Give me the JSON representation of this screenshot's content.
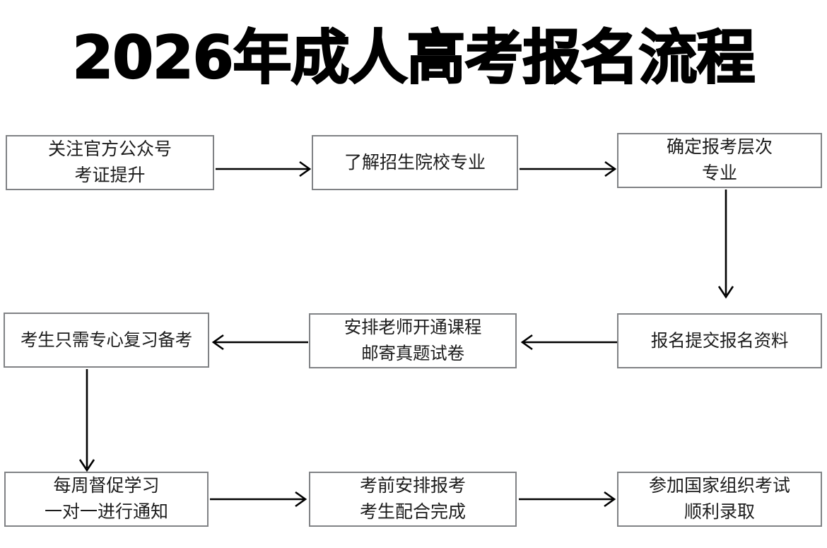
{
  "page": {
    "title": "2026年成人高考报名流程",
    "background_color": "#ffffff",
    "box_border_color": "#808285",
    "text_color": "#1c1c1c",
    "arrow_color": "#000000"
  },
  "nodes": [
    {
      "id": "n1",
      "lines": [
        "关注官方公众号",
        "考证提升"
      ]
    },
    {
      "id": "n2",
      "lines": [
        "了解招生院校专业"
      ]
    },
    {
      "id": "n3",
      "lines": [
        "确定报考层次",
        "专业"
      ]
    },
    {
      "id": "n4",
      "lines": [
        "报名提交报名资料"
      ]
    },
    {
      "id": "n5",
      "lines": [
        "安排老师开通课程",
        "邮寄真题试卷"
      ]
    },
    {
      "id": "n6",
      "lines": [
        "考生只需专心复习备考"
      ]
    },
    {
      "id": "n7",
      "lines": [
        "每周督促学习",
        "一对一进行通知"
      ]
    },
    {
      "id": "n8",
      "lines": [
        "考前安排报考",
        "考生配合完成"
      ]
    },
    {
      "id": "n9",
      "lines": [
        "参加国家组织考试",
        "顺利录取"
      ]
    }
  ],
  "connectors": [
    {
      "id": "c1",
      "from": "n1",
      "to": "n2",
      "direction": "right"
    },
    {
      "id": "c2",
      "from": "n2",
      "to": "n3",
      "direction": "right"
    },
    {
      "id": "c3",
      "from": "n3",
      "to": "n4",
      "direction": "down"
    },
    {
      "id": "c4",
      "from": "n4",
      "to": "n5",
      "direction": "left"
    },
    {
      "id": "c5",
      "from": "n5",
      "to": "n6",
      "direction": "left"
    },
    {
      "id": "c6",
      "from": "n6",
      "to": "n7",
      "direction": "down"
    },
    {
      "id": "c7",
      "from": "n7",
      "to": "n8",
      "direction": "right"
    },
    {
      "id": "c8",
      "from": "n8",
      "to": "n9",
      "direction": "right"
    }
  ]
}
